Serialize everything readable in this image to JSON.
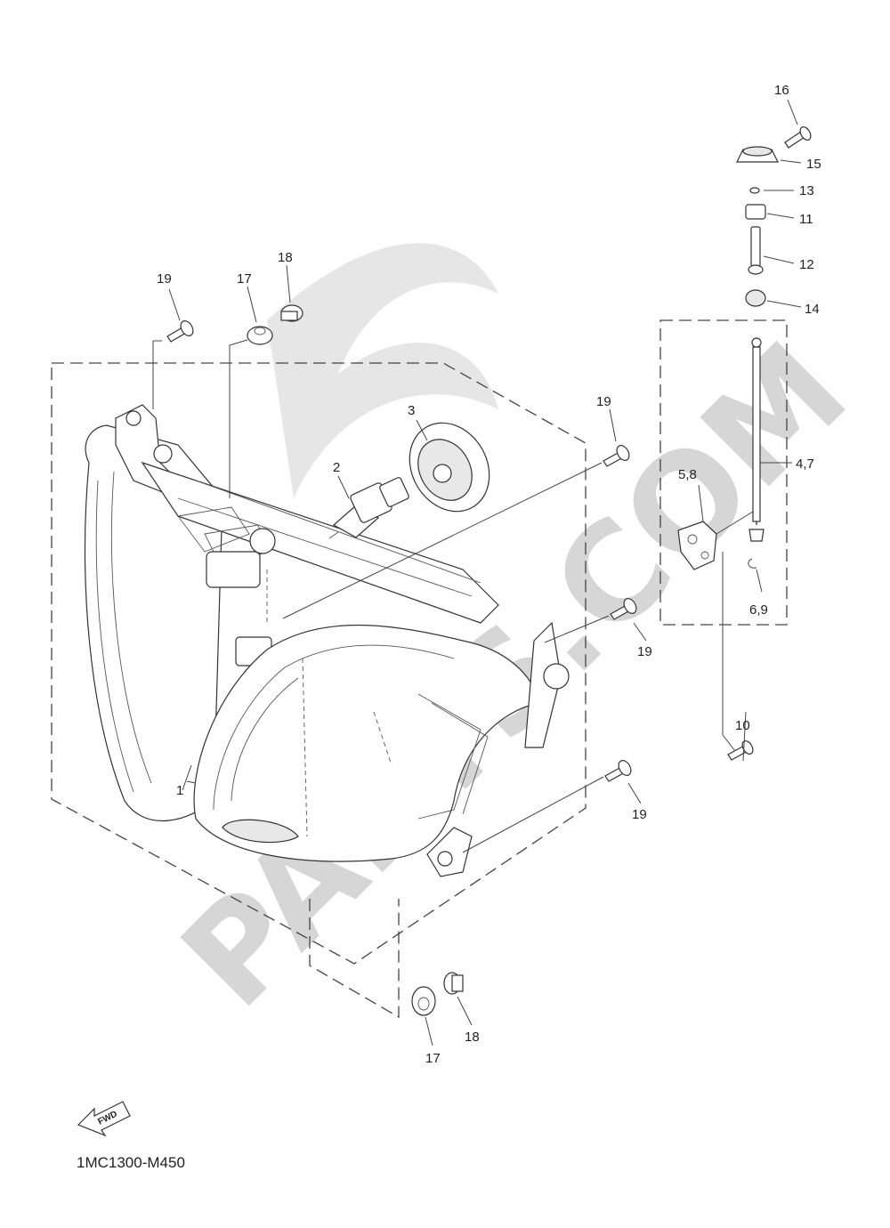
{
  "diagram": {
    "drawing_code": "1MC1300-M450",
    "watermark": "PARTS.COM",
    "fwd_label": "FWD",
    "part_labels": {
      "p1": "1",
      "p2": "2",
      "p3": "3",
      "p4_7": "4,7",
      "p5_8": "5,8",
      "p6_9": "6,9",
      "p10": "10",
      "p11": "11",
      "p12": "12",
      "p13": "13",
      "p14": "14",
      "p15": "15",
      "p16": "16",
      "p17a": "17",
      "p17b": "17",
      "p18a": "18",
      "p18b": "18",
      "p19a": "19",
      "p19b": "19",
      "p19c": "19",
      "p19d": "19"
    }
  }
}
